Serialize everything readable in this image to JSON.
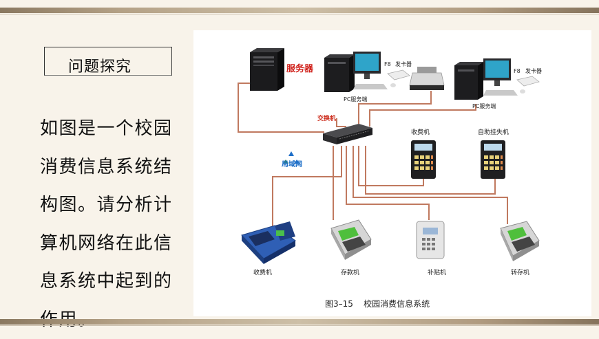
{
  "slide": {
    "question_title": "问题探究",
    "paragraph": "如图是一个校园消费信息系统结构图。请分析计算机网络在此信息系统中起到的作用。"
  },
  "diagram": {
    "labels": {
      "server": "服务器",
      "f8_1": "F8",
      "card_issuer_1": "发卡器",
      "pc_terminal_1": "PC服务端",
      "f8_2": "F8",
      "card_issuer_2": "发卡器",
      "pc_terminal_2": "PC服务端",
      "switch": "交换机",
      "lan": "局域网",
      "cashier_top": "收费机",
      "self_report_loss": "自助挂失机",
      "cashier_bottom": "收费机",
      "deposit": "存款机",
      "subsidy": "补贴机",
      "transfer": "转存机"
    },
    "caption": "图3–15    校园消费信息系统"
  },
  "colors": {
    "wire": "#c0795f",
    "server_label": "#d0211b",
    "switch_label": "#cc2a1a"
  }
}
